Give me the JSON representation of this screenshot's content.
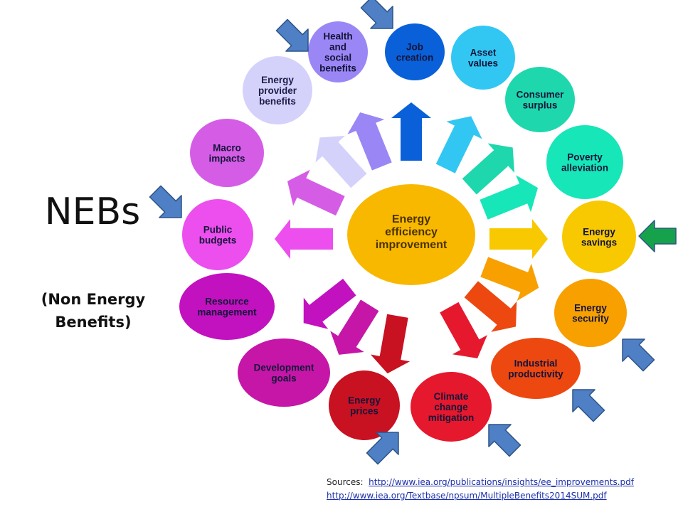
{
  "title": "NEBs",
  "subtitle": "(Non Energy Benefits)",
  "center": {
    "lines": [
      "Energy",
      "efficiency",
      "improvement"
    ],
    "color": "#f9b800"
  },
  "benefits": [
    {
      "lines": [
        "Job",
        "creation"
      ],
      "color": "#0a60d8"
    },
    {
      "lines": [
        "Asset",
        "values"
      ],
      "color": "#32c7f2"
    },
    {
      "lines": [
        "Consumer",
        "surplus"
      ],
      "color": "#1ed7ad"
    },
    {
      "lines": [
        "Poverty",
        "alleviation"
      ],
      "color": "#16e6b8"
    },
    {
      "lines": [
        "Energy",
        "savings"
      ],
      "color": "#f8c800"
    },
    {
      "lines": [
        "Energy",
        "security"
      ],
      "color": "#f7a000"
    },
    {
      "lines": [
        "Industrial",
        "productivity"
      ],
      "color": "#ec4810"
    },
    {
      "lines": [
        "Climate",
        "change",
        "mitigation"
      ],
      "color": "#e5182d"
    },
    {
      "lines": [
        "Energy",
        "prices"
      ],
      "color": "#c81121"
    },
    {
      "lines": [
        "Development",
        "goals"
      ],
      "color": "#c516a8"
    },
    {
      "lines": [
        "Resource",
        "management"
      ],
      "color": "#c211bf"
    },
    {
      "lines": [
        "Public",
        "budgets"
      ],
      "color": "#ec4fee"
    },
    {
      "lines": [
        "Macro",
        "impacts"
      ],
      "color": "#d55de6"
    },
    {
      "lines": [
        "Energy",
        "provider",
        "benefits"
      ],
      "color": "#d4d2fb"
    },
    {
      "lines": [
        "Health",
        "and",
        "social",
        "benefits"
      ],
      "color": "#9a87f5"
    }
  ],
  "spoke_colors": [
    "#0a60d8",
    "#32c7f2",
    "#1ed7ad",
    "#16e6b8",
    "#f8c800",
    "#f7a000",
    "#ec4810",
    "#e5182d",
    "#c81121",
    "#c516a8",
    "#c211bf",
    "#ec4fee",
    "#d55de6",
    "#d4d2fb",
    "#9a87f5"
  ],
  "markers": {
    "highlight_color": "#4f7fc4",
    "savings_color": "#15a24a",
    "highlighted": [
      "Job creation",
      "Health and social benefits",
      "Public budgets",
      "Energy security",
      "Industrial productivity",
      "Climate change mitigation",
      "Energy prices",
      "Energy savings"
    ]
  },
  "sources": {
    "label": "Sources:",
    "link1": "http://www.iea.org/publications/insights/ee_improvements.pdf",
    "link2": "http://www.iea.org/Textbase/npsum/MultipleBenefits2014SUM.pdf"
  }
}
